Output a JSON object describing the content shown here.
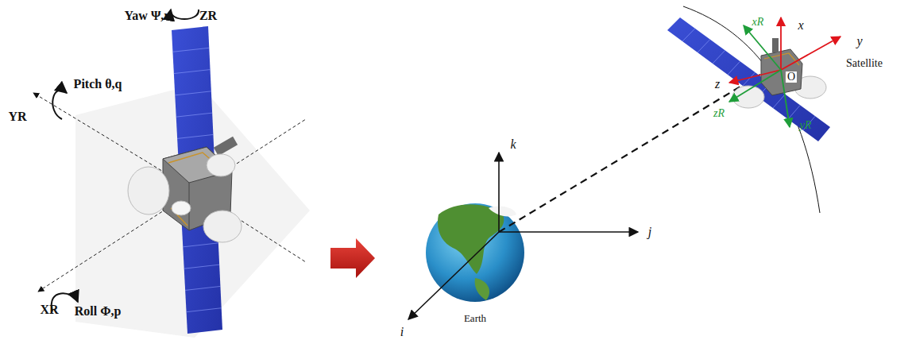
{
  "diagram": {
    "labels": [
      "Yaw Ψ,r",
      "ZR",
      "Pitch θ,q",
      "YR",
      "XR",
      "Roll Φ,p",
      "k",
      "j",
      "i",
      "Earth",
      "x",
      "y",
      "z",
      "xR",
      "yR",
      "zR",
      "O",
      "Satellite"
    ]
  }
}
